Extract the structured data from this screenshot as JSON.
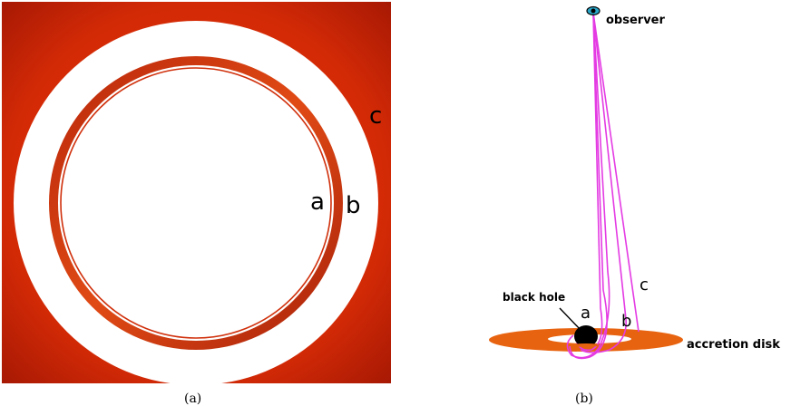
{
  "panel_a": {
    "caption": "(a)",
    "labels": {
      "a": "a",
      "b": "b",
      "c": "c"
    },
    "colors": {
      "background_dark": "#b51d05",
      "background_light": "#dc2e07",
      "ring": "#d23a0d",
      "ring_dark": "#a0200a"
    }
  },
  "panel_b": {
    "caption": "(b)",
    "observer_label": "observer",
    "black_hole_label": "black hole",
    "accretion_disk_label": "accretion disk",
    "ray_labels": {
      "a": "a",
      "b": "b",
      "c": "c"
    },
    "colors": {
      "disk": "#e8630f",
      "rays": "#e43be3",
      "hole": "#000000",
      "eye": "#2aa6c9"
    }
  }
}
